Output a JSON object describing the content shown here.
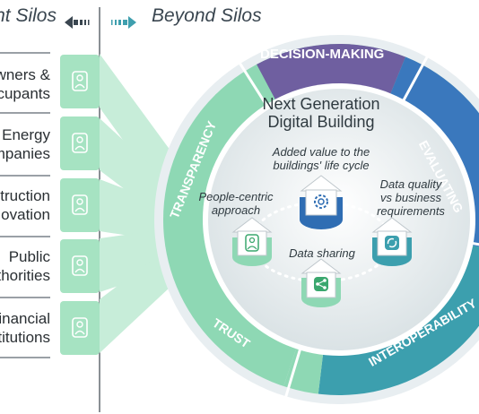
{
  "headers": {
    "left": "nt Silos",
    "right": "Beyond Silos"
  },
  "stakeholders": [
    {
      "line1": "wners &",
      "line2": "cupants"
    },
    {
      "line1": "Energy",
      "line2": "mpanies"
    },
    {
      "line1": "truction",
      "line2": "ovation"
    },
    {
      "line1": "Public",
      "line2": "thorities"
    },
    {
      "line1": "inancial",
      "line2": "titutions"
    }
  ],
  "ring": {
    "top": "DECISION-MAKING",
    "right": "EVALUATING",
    "left": "TRANSPARENCY",
    "bottom_left": "TRUST",
    "bottom_right": "INTEROPERABILITY"
  },
  "center": {
    "title_line1": "Next Generation",
    "title_line2": "Digital Building",
    "top_node_line1": "Added value to the",
    "top_node_line2": "buildings' life cycle",
    "left_node_line1": "People-centric",
    "left_node_line2": "approach",
    "right_node_line1": "Data quality",
    "right_node_line2": "vs business",
    "right_node_line3": "requirements",
    "bottom_node": "Data sharing"
  },
  "colors": {
    "purple": "#6f5fa0",
    "blue": "#3a78bd",
    "teal": "#3c9fae",
    "green": "#8ed8b4",
    "light_green": "#a6e3c2",
    "dark_blue": "#2f6db3",
    "inner_grey": "#d7e0e3"
  },
  "icons": [
    "arrow-left-icon",
    "arrow-right-icon",
    "person-icon",
    "gear-icon",
    "refresh-icon",
    "share-icon"
  ]
}
